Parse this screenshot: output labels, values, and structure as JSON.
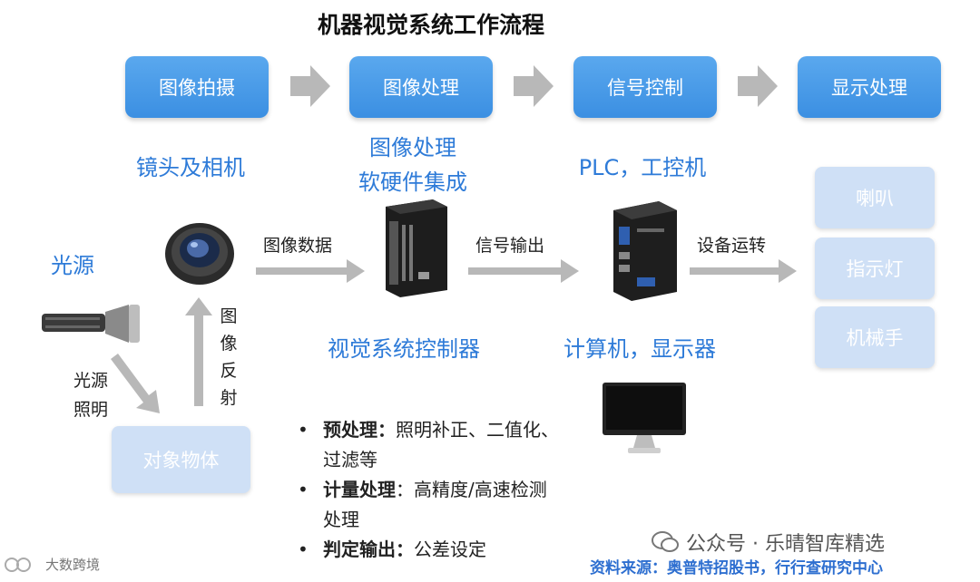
{
  "title": "机器视觉系统工作流程",
  "stages": [
    "图像拍摄",
    "图像处理",
    "信号控制",
    "显示处理"
  ],
  "labels": {
    "camera": "镜头及相机",
    "processing_line1": "图像处理",
    "processing_line2": "软硬件集成",
    "plc": "PLC，工控机",
    "light_source": "光源",
    "controller": "视觉系统控制器",
    "computer": "计算机，显示器"
  },
  "flow": {
    "image_data": "图像数据",
    "signal_output": "信号输出",
    "equipment_run": "设备运转",
    "reflection": [
      "图",
      "像",
      "反",
      "射"
    ],
    "lighting_line1": "光源",
    "lighting_line2": "照明"
  },
  "outputs": [
    "喇叭",
    "指示灯",
    "机械手"
  ],
  "object": "对象物体",
  "bullets": [
    {
      "term": "预处理：",
      "text": "照明补正、二值化、过滤等"
    },
    {
      "term": "计量处理",
      "text": "：高精度/高速检测处理"
    },
    {
      "term": "判定输出：",
      "text": "公差设定"
    }
  ],
  "watermark": "公众号 · 乐晴智库精选",
  "source": "资料来源：奥普特招股书，行行查研究中心",
  "watermark_bottom_left": "大数跨境",
  "colors": {
    "stage_blue": "#3b8fe2",
    "label_blue": "#2e7bd8",
    "light_box": "#cfe0f6",
    "arrow_gray": "#b8b8b8"
  }
}
